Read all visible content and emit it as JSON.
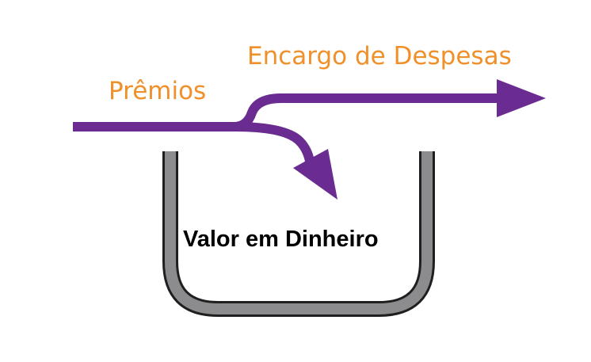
{
  "labels": {
    "expense_charge": "Encargo de Despesas",
    "premiums": "Prêmios",
    "cash_value": "Valor em Dinheiro"
  },
  "colors": {
    "arrow": "#6a2c91",
    "label_text": "#f0902a",
    "container_fill": "#8c8c8e",
    "container_outline": "#1f1f1f",
    "cash_value_text": "#000000"
  }
}
